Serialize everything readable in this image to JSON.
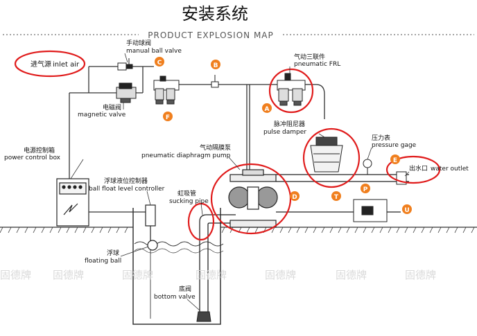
{
  "header": {
    "title": "安装系统",
    "subtitle": "PRODUCT EXPLOSION MAP"
  },
  "labels": {
    "inlet_cn": "进气源",
    "inlet_en": "inlet air",
    "manual_valve_cn": "手动球阀",
    "manual_valve_en": "manual ball valve",
    "magnetic_valve_cn": "电磁阀",
    "magnetic_valve_en": "magnetic valve",
    "frl_cn": "气动三联件",
    "frl_en": "pneumatic FRL",
    "pulse_cn": "脉冲阻尼器",
    "pulse_en": "pulse damper",
    "power_box_cn": "电源控制箱",
    "power_box_en": "power control box",
    "pump_cn": "气动隔膜泵",
    "pump_en": "pneumatic diaphragm pump",
    "pressure_cn": "压力表",
    "pressure_en": "pressure gage",
    "outlet_cn": "出水口",
    "outlet_en": "water outlet",
    "ball_float_cn": "浮球液位控制器",
    "ball_float_en": "ball float level controller",
    "sucking_cn": "虹吸管",
    "sucking_en": "sucking pipe",
    "floating_cn": "浮球",
    "floating_en": "floating ball",
    "bottom_cn": "底阀",
    "bottom_en": "bottom valve"
  },
  "badges": [
    "A",
    "B",
    "C",
    "D",
    "E",
    "F",
    "P",
    "T",
    "U"
  ],
  "watermark": "固德牌",
  "colors": {
    "badge": "#f07f1e",
    "highlight": "#e01b1b",
    "line": "#2a2a2a",
    "watermark": "#d9d9d9"
  }
}
